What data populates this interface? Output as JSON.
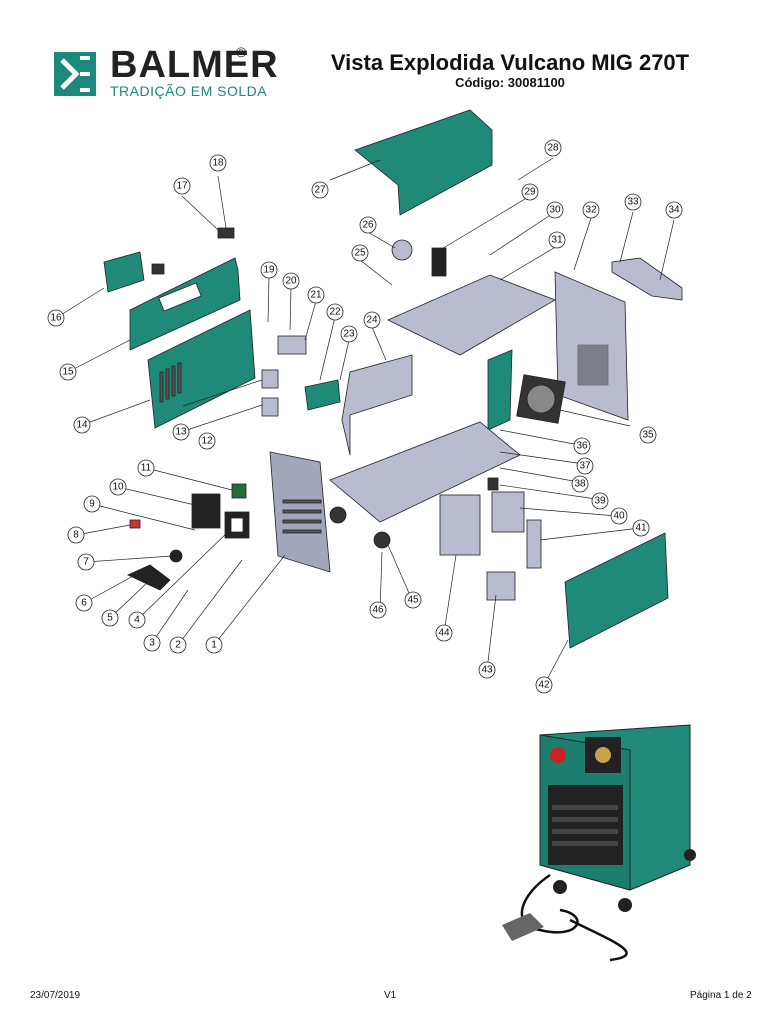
{
  "brand": {
    "name": "BALMER",
    "registered": "®",
    "tagline": "TRADIÇÃO EM SOLDA",
    "color": "#1b8a7a"
  },
  "title": "Vista Explodida Vulcano MIG 270T",
  "code": "Código: 30081100",
  "parts": [
    {
      "n": "1"
    },
    {
      "n": "2"
    },
    {
      "n": "3"
    },
    {
      "n": "4"
    },
    {
      "n": "5"
    },
    {
      "n": "6"
    },
    {
      "n": "7"
    },
    {
      "n": "8"
    },
    {
      "n": "9"
    },
    {
      "n": "10"
    },
    {
      "n": "11"
    },
    {
      "n": "12"
    },
    {
      "n": "13"
    },
    {
      "n": "14"
    },
    {
      "n": "15"
    },
    {
      "n": "16"
    },
    {
      "n": "17"
    },
    {
      "n": "18"
    },
    {
      "n": "19"
    },
    {
      "n": "20"
    },
    {
      "n": "21"
    },
    {
      "n": "22"
    },
    {
      "n": "23"
    },
    {
      "n": "24"
    },
    {
      "n": "25"
    },
    {
      "n": "26"
    },
    {
      "n": "27"
    },
    {
      "n": "28"
    },
    {
      "n": "29"
    },
    {
      "n": "30"
    },
    {
      "n": "31"
    },
    {
      "n": "32"
    },
    {
      "n": "33"
    },
    {
      "n": "34"
    },
    {
      "n": "35"
    },
    {
      "n": "36"
    },
    {
      "n": "37"
    },
    {
      "n": "38"
    },
    {
      "n": "39"
    },
    {
      "n": "40"
    },
    {
      "n": "41"
    },
    {
      "n": "42"
    },
    {
      "n": "43"
    },
    {
      "n": "44"
    },
    {
      "n": "45"
    },
    {
      "n": "46"
    }
  ],
  "footer": {
    "date": "23/07/2019",
    "version": "V1",
    "page": "Página 1 de 2"
  },
  "colors": {
    "panel": "#1f8a78",
    "metal": "#b9bccf",
    "outline": "#222222"
  }
}
